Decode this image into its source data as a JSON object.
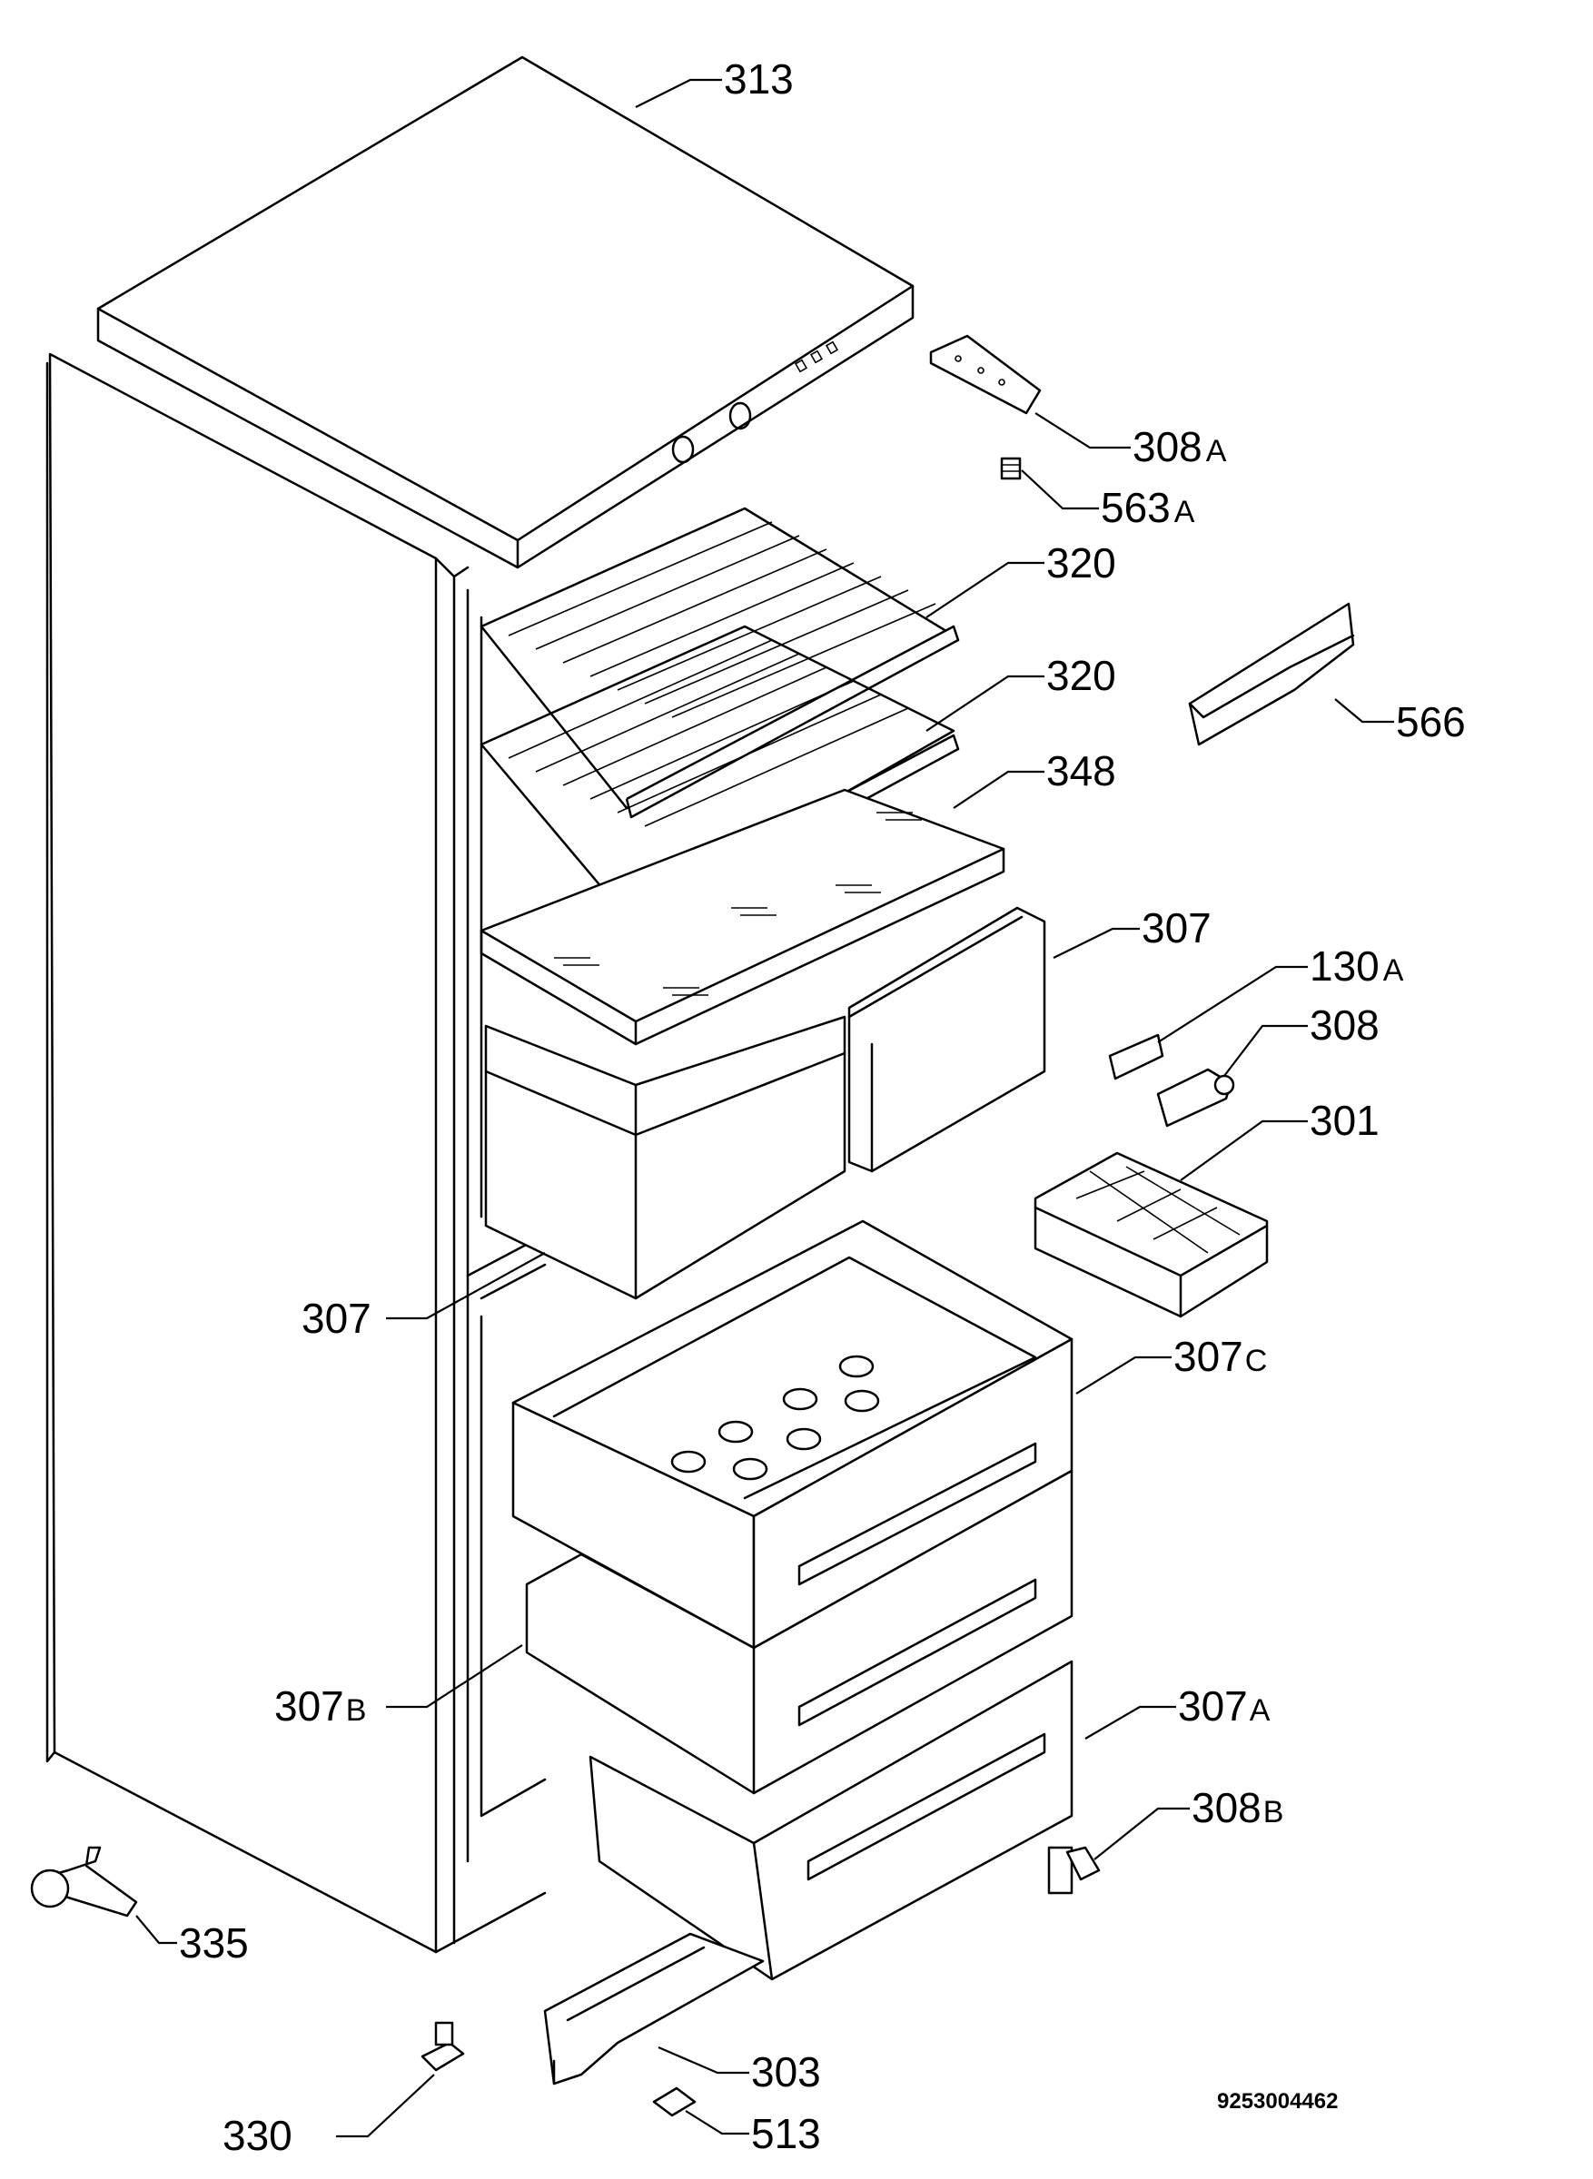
{
  "diagram": {
    "part_labels": [
      {
        "id": "313",
        "number": "313",
        "suffix": ""
      },
      {
        "id": "308a",
        "number": "308",
        "suffix": "A"
      },
      {
        "id": "563a",
        "number": "563",
        "suffix": "A"
      },
      {
        "id": "320-upper",
        "number": "320",
        "suffix": ""
      },
      {
        "id": "320-lower",
        "number": "320",
        "suffix": ""
      },
      {
        "id": "566",
        "number": "566",
        "suffix": ""
      },
      {
        "id": "348",
        "number": "348",
        "suffix": ""
      },
      {
        "id": "307-right",
        "number": "307",
        "suffix": ""
      },
      {
        "id": "130a",
        "number": "130",
        "suffix": "A"
      },
      {
        "id": "308",
        "number": "308",
        "suffix": ""
      },
      {
        "id": "301",
        "number": "301",
        "suffix": ""
      },
      {
        "id": "307-left",
        "number": "307",
        "suffix": ""
      },
      {
        "id": "307c",
        "number": "307",
        "suffix": "C"
      },
      {
        "id": "307b",
        "number": "307",
        "suffix": "B"
      },
      {
        "id": "307a",
        "number": "307",
        "suffix": "A"
      },
      {
        "id": "308b",
        "number": "308",
        "suffix": "B"
      },
      {
        "id": "335",
        "number": "335",
        "suffix": ""
      },
      {
        "id": "303",
        "number": "303",
        "suffix": ""
      },
      {
        "id": "330",
        "number": "330",
        "suffix": ""
      },
      {
        "id": "513",
        "number": "513",
        "suffix": ""
      }
    ],
    "drawing_code": "9253004462"
  }
}
